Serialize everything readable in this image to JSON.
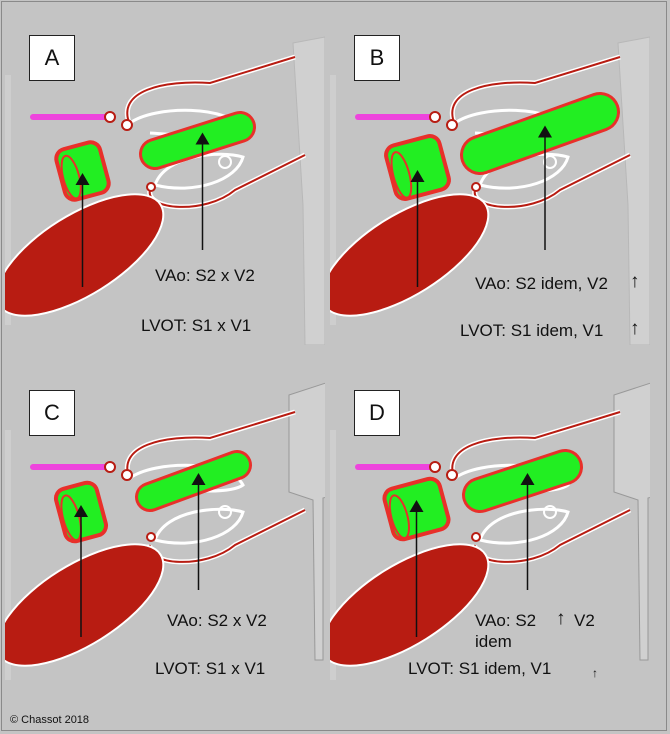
{
  "panels": [
    {
      "label": "A",
      "vao_text": "VAo: S2 x V2",
      "lvot_text": "LVOT: S1 x V1",
      "vao_arrow": "",
      "lvot_arrow": ""
    },
    {
      "label": "B",
      "vao_text": "VAo: S2 idem, V2",
      "lvot_text": "LVOT: S1 idem, V1",
      "vao_arrow": "↑",
      "lvot_arrow": "↑"
    },
    {
      "label": "C",
      "vao_text": "VAo: S2 x V2",
      "lvot_text": "LVOT: S1 x V1",
      "vao_arrow": "",
      "lvot_arrow": ""
    },
    {
      "label": "D",
      "vao_text": "VAo: S2",
      "vao_mid_arrow": "↑",
      "vao_text2": "V2",
      "vao_text3": "idem",
      "lvot_text": "LVOT: S1 idem, V1",
      "lvot_arrow": "↑"
    }
  ],
  "copyright": "© Chassot 2018",
  "colors": {
    "background": "#c4c4c4",
    "myocardium": "#b81c12",
    "tube_fill": "#22ee22",
    "tube_border": "#e8302a",
    "valve_magenta": "#ee44dd"
  }
}
